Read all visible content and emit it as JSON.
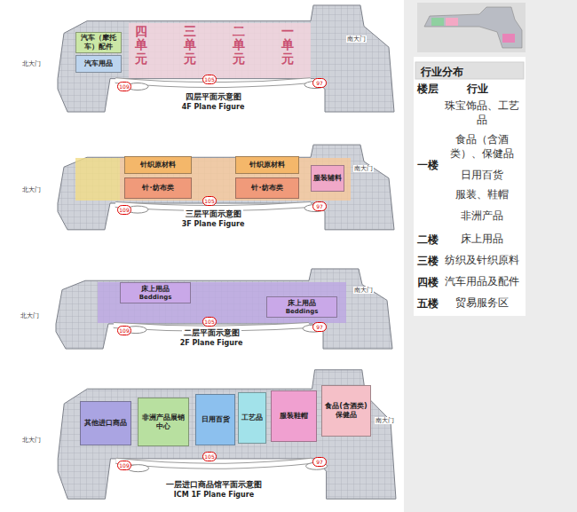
{
  "diagram": {
    "nodes": [
      {
        "text": [
          "四层平面示意图",
          "4F Plane Figure"
        ]
      },
      {
        "text": [
          "汽车（摩托车）配件"
        ],
        "in": 0
      },
      {
        "text": [
          "汽车用品"
        ],
        "in": 0
      },
      {
        "text": [
          "三层平面示意图",
          "3F Plane Figure"
        ]
      },
      {
        "text": [
          "针织原材料"
        ],
        "in": 3
      },
      {
        "text": [
          "针·纺布类"
        ],
        "in": 3
      },
      {
        "text": [
          "针织原材料"
        ],
        "in": 3
      },
      {
        "text": [
          "针·纺布类"
        ],
        "in": 3
      },
      {
        "text": [
          "服装辅料"
        ],
        "in": 3
      },
      {
        "text": [
          "二层平面示意图",
          "2F Plane Figure"
        ]
      },
      {
        "text": [
          "床上用品",
          "Beddings"
        ],
        "in": 9
      },
      {
        "text": [
          "床上用品",
          "Beddings"
        ],
        "in": 9
      },
      {
        "text": [
          "一层进口商品馆平面示意图",
          "ICM 1F Plane Figure"
        ]
      },
      {
        "text": [
          "其他进口商品"
        ],
        "in": 12
      },
      {
        "text": [
          "非洲产品展销中心"
        ],
        "in": 12
      },
      {
        "text": [
          "日用百货"
        ],
        "in": 12
      },
      {
        "text": [
          "工艺品"
        ],
        "in": 12
      },
      {
        "text": [
          "服装鞋帽"
        ],
        "in": 12
      },
      {
        "text": [
          "食品(含酒类)保健品"
        ],
        "in": 12
      }
    ],
    "labels": [
      "北大门",
      "南大门",
      "四单元",
      "三单元",
      "二单元",
      "一单元",
      "109",
      "105",
      "97",
      "北大门",
      "南大门",
      "109",
      "105",
      "97",
      "北大门",
      "南大门",
      "109",
      "105",
      "97",
      "北大门",
      "南大门",
      "109",
      "105",
      "97",
      "行业分布",
      "楼层",
      "行业",
      "珠宝饰品、工艺品",
      "食品（含酒类）、保健品",
      "一楼",
      "日用百货",
      "服装、鞋帽",
      "非洲产品",
      "二楼",
      "床上用品",
      "三楼",
      "纺织及针织原料",
      "四楼",
      "汽车用品及配件",
      "五楼",
      "贸易服务区"
    ]
  }
}
